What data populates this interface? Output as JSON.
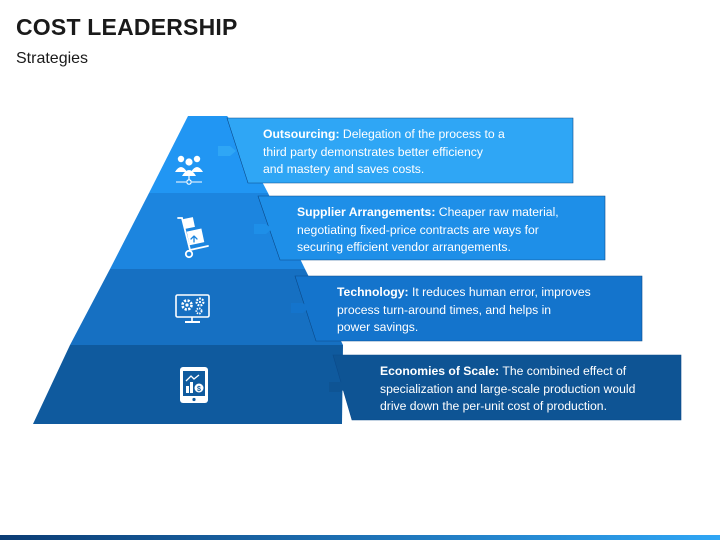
{
  "title": "COST LEADERSHIP",
  "subtitle": "Strategies",
  "colors": {
    "level1": "#2196F3",
    "level2": "#1C85DF",
    "level3": "#1670C2",
    "level4": "#0F5A9E",
    "callout1": "#2FA6F5",
    "callout2": "#1E8FE8",
    "callout3": "#1474CC",
    "callout4": "#0E5494",
    "bottom_bar_left": "#0B3C74",
    "bottom_bar_right": "#2FA6F5"
  },
  "levels": [
    {
      "icon": "users-network-icon",
      "heading": "Outsourcing:",
      "lines": [
        "Delegation of the process to a",
        "third party demonstrates better efficiency",
        "and mastery and saves costs."
      ]
    },
    {
      "icon": "hand-truck-icon",
      "heading": "Supplier Arrangements:",
      "lines": [
        "Cheaper raw material,",
        "negotiating fixed-price contracts are ways for",
        "securing efficient vendor arrangements."
      ]
    },
    {
      "icon": "monitor-gears-icon",
      "heading": "Technology:",
      "lines": [
        "It reduces human error, improves",
        "process turn-around times, and helps in",
        "power savings."
      ]
    },
    {
      "icon": "tablet-chart-icon",
      "heading": "Economies of Scale:",
      "lines": [
        "The combined effect of",
        "specialization and large-scale production would",
        "drive down the per-unit cost of production."
      ]
    }
  ]
}
